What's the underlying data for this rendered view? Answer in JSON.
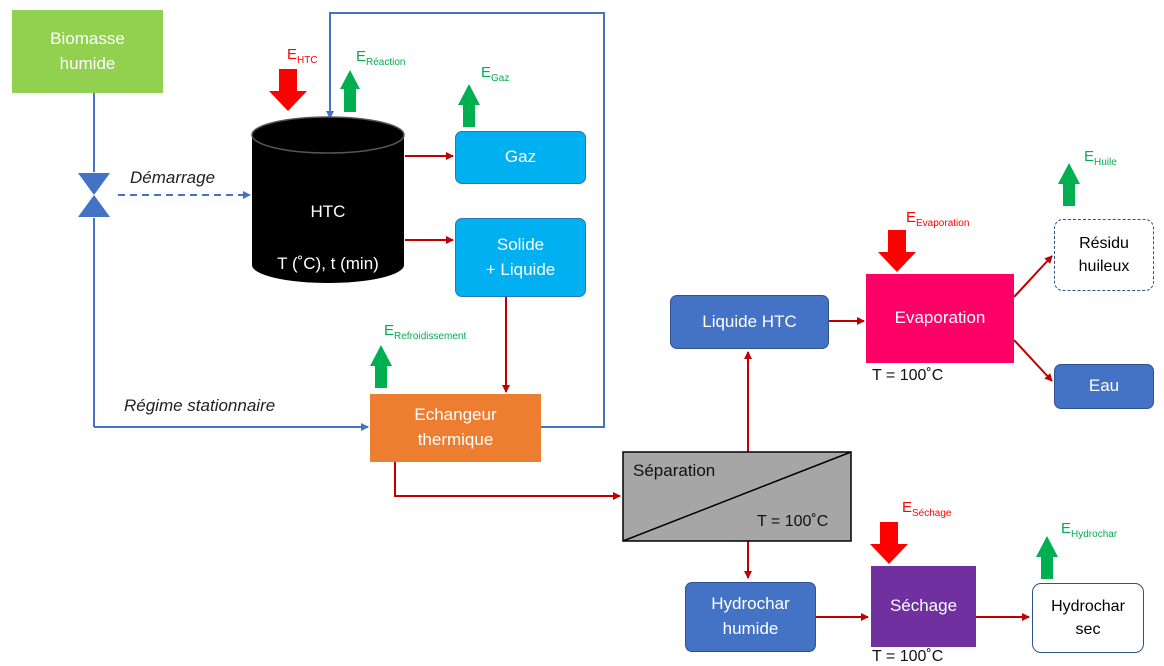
{
  "nodes": {
    "biomasse": "Biomasse\nhumide",
    "htc_title": "HTC",
    "htc_conditions": "T (˚C), t (min)",
    "gaz": "Gaz",
    "solide_liquide": "Solide\n+ Liquide",
    "echangeur": "Echangeur\nthermique",
    "separation": "Séparation",
    "separation_temp": "T = 100˚C",
    "liquide_htc": "Liquide HTC",
    "evaporation": "Evaporation",
    "evaporation_temp": "T = 100˚C",
    "residu": "Résidu\nhuileux",
    "eau": "Eau",
    "hydrochar_humide": "Hydrochar\nhumide",
    "sechage": "Séchage",
    "sechage_temp": "T = 100˚C",
    "hydrochar_sec": "Hydrochar\nsec"
  },
  "flow_labels": {
    "demarrage": "Démarrage",
    "regime": "Régime stationnaire"
  },
  "energy": {
    "htc": {
      "main": "E",
      "sub": "HTC"
    },
    "reaction": {
      "main": "E",
      "sub": "Réaction"
    },
    "gaz": {
      "main": "E",
      "sub": "Gaz"
    },
    "refroidissement": {
      "main": "E",
      "sub": "Refroidissement"
    },
    "evaporation": {
      "main": "E",
      "sub": "Evaporation"
    },
    "huile": {
      "main": "E",
      "sub": "Huile"
    },
    "sechage": {
      "main": "E",
      "sub": "Séchage"
    },
    "hydrochar": {
      "main": "E",
      "sub": "Hydrochar"
    }
  },
  "colors": {
    "biomasse": "#92d050",
    "gaz": "#00b0f0",
    "echangeur": "#ed7d31",
    "separation": "#a6a6a6",
    "blue_box": "#4472c4",
    "evaporation": "#ff0066",
    "sechage": "#7030a0",
    "red_arrow": "#c00000",
    "blue_line": "#4472c4",
    "energy_in": "#ff0000",
    "energy_out": "#00b050"
  }
}
